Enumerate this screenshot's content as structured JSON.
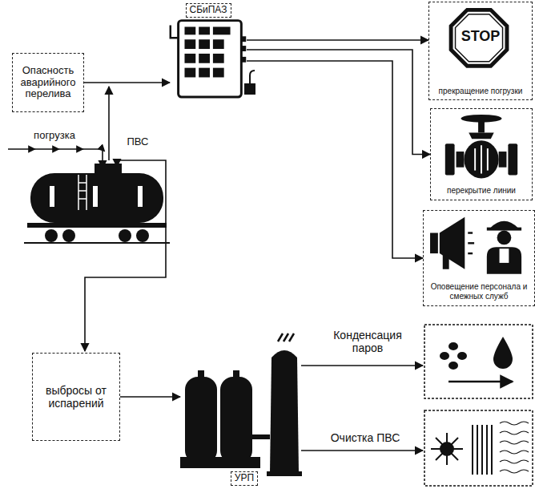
{
  "diagram": {
    "nodes": [
      {
        "text": [
          "СБиПАЗ"
        ]
      },
      {
        "text": [
          "Опасность аварийного перелива"
        ]
      },
      {
        "text": [
          "STOP",
          "прекращение погрузки"
        ]
      },
      {
        "text": [
          "перекрытие линии"
        ]
      },
      {
        "text": [
          "Оповещение персонала и смежных служб"
        ]
      },
      {
        "text": [
          "выбросы от испарений"
        ]
      },
      {
        "text": [
          "УРП"
        ]
      }
    ],
    "edges": [
      {
        "from": 1,
        "to": 0,
        "arrow": "to"
      },
      {
        "from": 0,
        "to": 2,
        "arrow": "to"
      },
      {
        "from": 0,
        "to": 3,
        "arrow": "to"
      },
      {
        "from": 0,
        "to": 4,
        "arrow": "to"
      },
      {
        "from": 5,
        "to": 6,
        "arrow": "to"
      }
    ],
    "labels": [
      "погрузка",
      "ПВС",
      "Конденсация паров",
      "Очистка ПВС"
    ]
  }
}
